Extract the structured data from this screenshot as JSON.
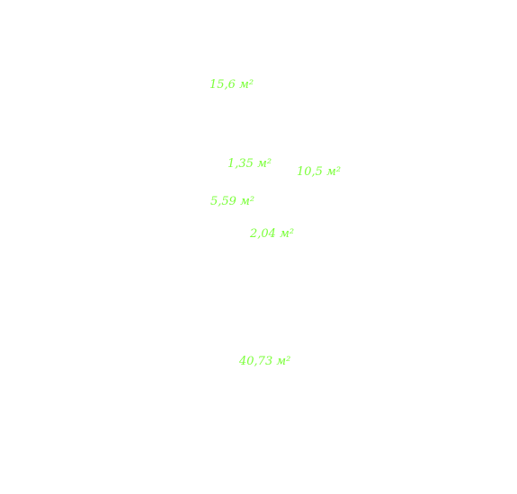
{
  "floor_plan": {
    "label_color": "#7dff3c",
    "rooms": [
      {
        "id": "a",
        "value": "15,6",
        "unit": "м²"
      },
      {
        "id": "b",
        "value": "1,35",
        "unit": "м²"
      },
      {
        "id": "c",
        "value": "10,5",
        "unit": "м²"
      },
      {
        "id": "d",
        "value": "5,59",
        "unit": "м²"
      },
      {
        "id": "e",
        "value": "2,04",
        "unit": "м²"
      },
      {
        "id": "f",
        "value": "40,73",
        "unit": "м²"
      }
    ]
  }
}
